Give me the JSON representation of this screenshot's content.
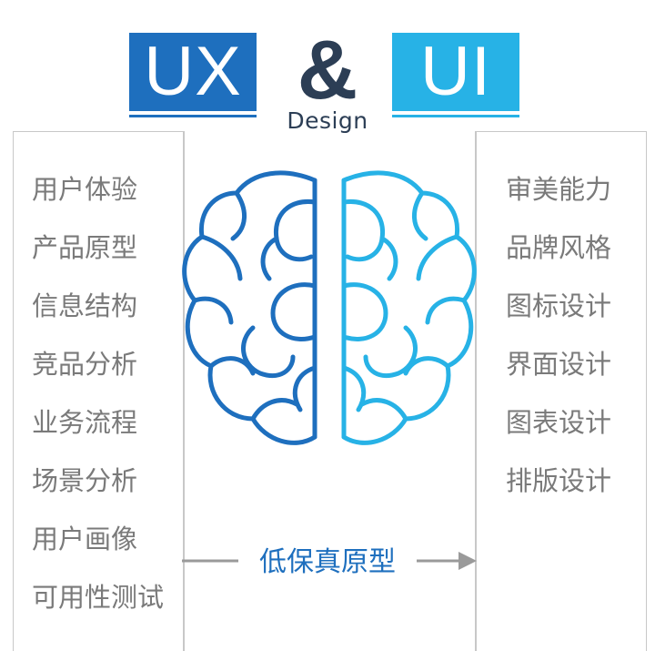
{
  "header": {
    "ux_label": "UX",
    "ampersand": "&",
    "ui_label": "UI",
    "design_label": "Design"
  },
  "ux_items": [
    "用户体验",
    "产品原型",
    "信息结构",
    "竞品分析",
    "业务流程",
    "场景分析",
    "用户画像",
    "可用性测试"
  ],
  "ui_items": [
    "审美能力",
    "品牌风格",
    "图标设计",
    "界面设计",
    "图表设计",
    "排版设计"
  ],
  "flow": {
    "label": "低保真原型"
  },
  "colors": {
    "ux_blue": "#1e6fbe",
    "ui_blue": "#27b2e6",
    "dark_text": "#2c3e55",
    "gray_text": "#7a7a7a",
    "panel_border": "#c8c8c8",
    "arrow_gray": "#9a9a9a"
  },
  "icons": {
    "brain": "brain-icon",
    "arrow": "arrow-right-icon"
  }
}
